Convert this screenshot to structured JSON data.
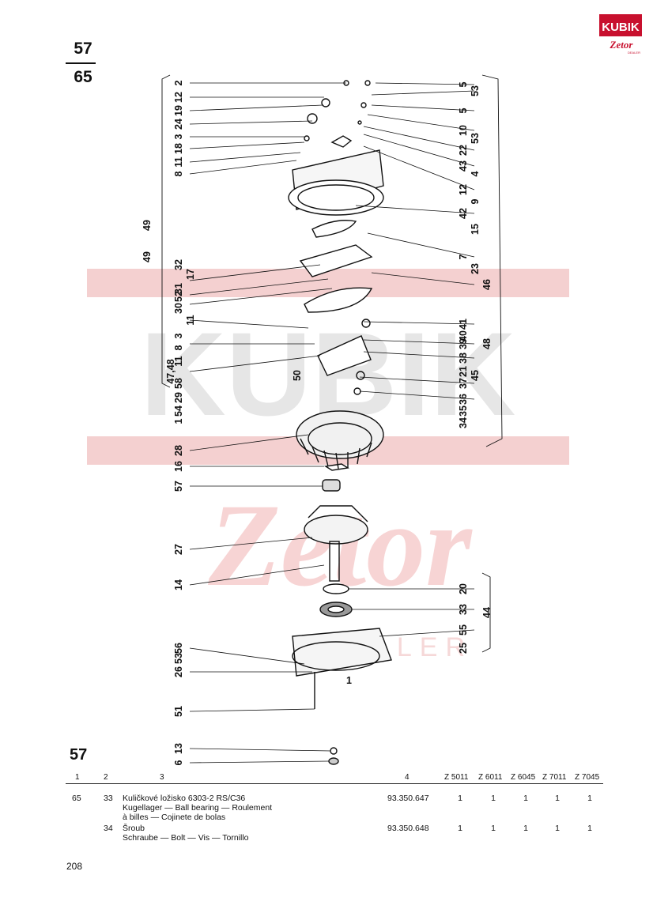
{
  "header": {
    "fraction_top": "57",
    "fraction_bottom": "65"
  },
  "logo": {
    "word": "KUBIK",
    "brand": "Zetor",
    "tag": "DEALER",
    "color": "#c8102e"
  },
  "watermark": {
    "word": "KUBIK",
    "brand": "Zetor",
    "tag": "DEALER"
  },
  "diagram": {
    "labels_left": [
      "2",
      "12",
      "19",
      "24",
      "3",
      "18",
      "11",
      "8",
      "32",
      "17",
      "31",
      "52",
      "30",
      "11",
      "3",
      "8",
      "11",
      "47,48",
      "58",
      "29",
      "54",
      "1",
      "49",
      "49",
      "50",
      "28",
      "16",
      "57",
      "27",
      "14",
      "56",
      "53",
      "26",
      "51",
      "13",
      "6"
    ],
    "labels_right": [
      "5",
      "53",
      "5",
      "10",
      "53",
      "22",
      "43",
      "4",
      "12",
      "9",
      "42",
      "15",
      "7",
      "23",
      "46",
      "41",
      "40",
      "39",
      "38",
      "21",
      "45",
      "48",
      "37",
      "36",
      "35",
      "34",
      "20",
      "33",
      "55",
      "25",
      "44"
    ],
    "labels_extra": [
      "1"
    ]
  },
  "section": {
    "number": "57"
  },
  "table": {
    "headers": [
      "1",
      "2",
      "3",
      "4",
      "Z 5011",
      "Z 6011",
      "Z 6045",
      "Z 7011",
      "Z 7045"
    ],
    "rows": [
      {
        "col1": "65",
        "col2": "33",
        "lines": [
          "Kuličkové ložisko 6303-2 RS/C36",
          "Kugellager — Ball bearing — Roulement",
          "à billes — Cojinete de bolas"
        ],
        "part_no": "93.350.647",
        "qty": [
          "1",
          "1",
          "1",
          "1",
          "1"
        ]
      },
      {
        "col1": "",
        "col2": "34",
        "lines": [
          "Šroub",
          "Schraube — Bolt — Vis — Tornillo"
        ],
        "part_no": "93.350.648",
        "qty": [
          "1",
          "1",
          "1",
          "1",
          "1"
        ]
      }
    ]
  },
  "footer": {
    "page_number": "208"
  },
  "colors": {
    "watermark_red": "#f2c4c4",
    "watermark_gray": "#e4e4e4",
    "logo_red": "#c8102e"
  }
}
